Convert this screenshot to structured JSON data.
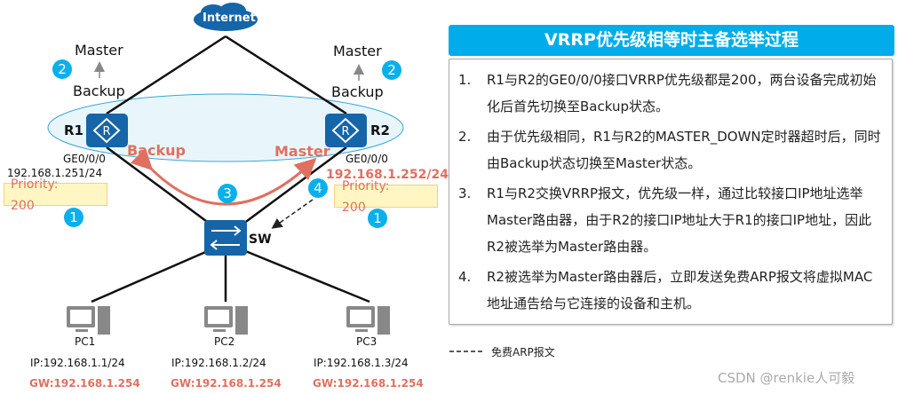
{
  "diagram": {
    "internet_label": "Internet",
    "r1": {
      "name": "R1",
      "state_from": "Backup",
      "state_to": "Master",
      "step_badge": "2",
      "role": "Backup",
      "interface": "GE0/0/0",
      "ip": "192.168.1.251/24",
      "priority_label": "Priority:",
      "priority_value": "200",
      "priority_badge": "1"
    },
    "r2": {
      "name": "R2",
      "state_from": "Backup",
      "state_to": "Master",
      "step_badge": "2",
      "role": "Master",
      "interface": "GE0/0/0",
      "ip": "192.168.1.252/24",
      "priority_label": "Priority:",
      "priority_value": "200",
      "priority_badge": "1"
    },
    "exchange_badge": "3",
    "arp_badge": "4",
    "switch_label": "SW",
    "pcs": [
      {
        "name": "PC1",
        "ip": "IP:192.168.1.1/24",
        "gw": "GW:192.168.1.254"
      },
      {
        "name": "PC2",
        "ip": "IP:192.168.1.2/24",
        "gw": "GW:192.168.1.254"
      },
      {
        "name": "PC3",
        "ip": "IP:192.168.1.3/24",
        "gw": "GW:192.168.1.254"
      }
    ],
    "colors": {
      "router": "#1565a8",
      "accent": "#e07060",
      "badge": "#0ab0ec",
      "ellipse": "#e8f6fc"
    }
  },
  "panel": {
    "title": "VRRP优先级相等时主备选举过程",
    "steps": [
      {
        "num": "1.",
        "text": "R1与R2的GE0/0/0接口VRRP优先级都是200，两台设备完成初始化后首先切换至Backup状态。"
      },
      {
        "num": "2.",
        "text": "由于优先级相同，R1与R2的MASTER_DOWN定时器超时后，同时由Backup状态切换至Master状态。"
      },
      {
        "num": "3.",
        "text": "R1与R2交换VRRP报文，优先级一样，通过比较接口IP地址选举Master路由器，由于R2的接口IP地址大于R1的接口IP地址，因此R2被选举为Master路由器。"
      },
      {
        "num": "4.",
        "text": "R2被选举为Master路由器后，立即发送免费ARP报文将虚拟MAC地址通告给与它连接的设备和主机。"
      }
    ]
  },
  "legend": {
    "arp_label": "免费ARP报文"
  },
  "watermark": "CSDN @renkie人可毅"
}
